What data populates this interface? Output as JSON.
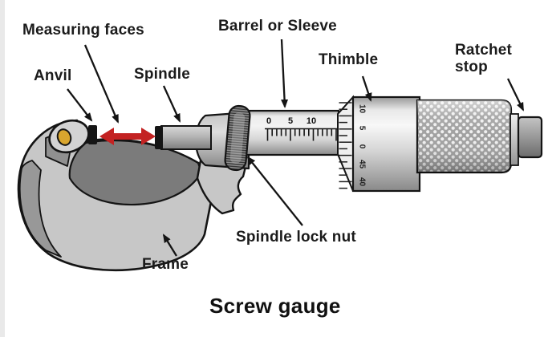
{
  "diagram": {
    "title": "Screw gauge",
    "labels": {
      "measuring_faces": "Measuring faces",
      "anvil": "Anvil",
      "spindle": "Spindle",
      "barrel_or_sleeve": "Barrel or Sleeve",
      "thimble": "Thimble",
      "ratchet_stop": "Ratchet stop",
      "spindle_lock_nut": "Spindle lock nut",
      "frame": "Frame"
    },
    "scales": {
      "sleeve_numbers": [
        "0",
        "5",
        "10"
      ],
      "thimble_numbers": [
        "10",
        "5",
        "0",
        "45",
        "40"
      ]
    },
    "colors": {
      "label_text": "#1b1b1b",
      "outline": "#141414",
      "metal_light": "#cdcdcd",
      "metal_mid": "#a9a9a9",
      "metal_dark": "#7b7b7b",
      "measuring_gap_arrow": "#c32222",
      "anvil_face": "#111111",
      "frame_dot_yellow": "#d9a62e",
      "background": "#ffffff"
    }
  }
}
